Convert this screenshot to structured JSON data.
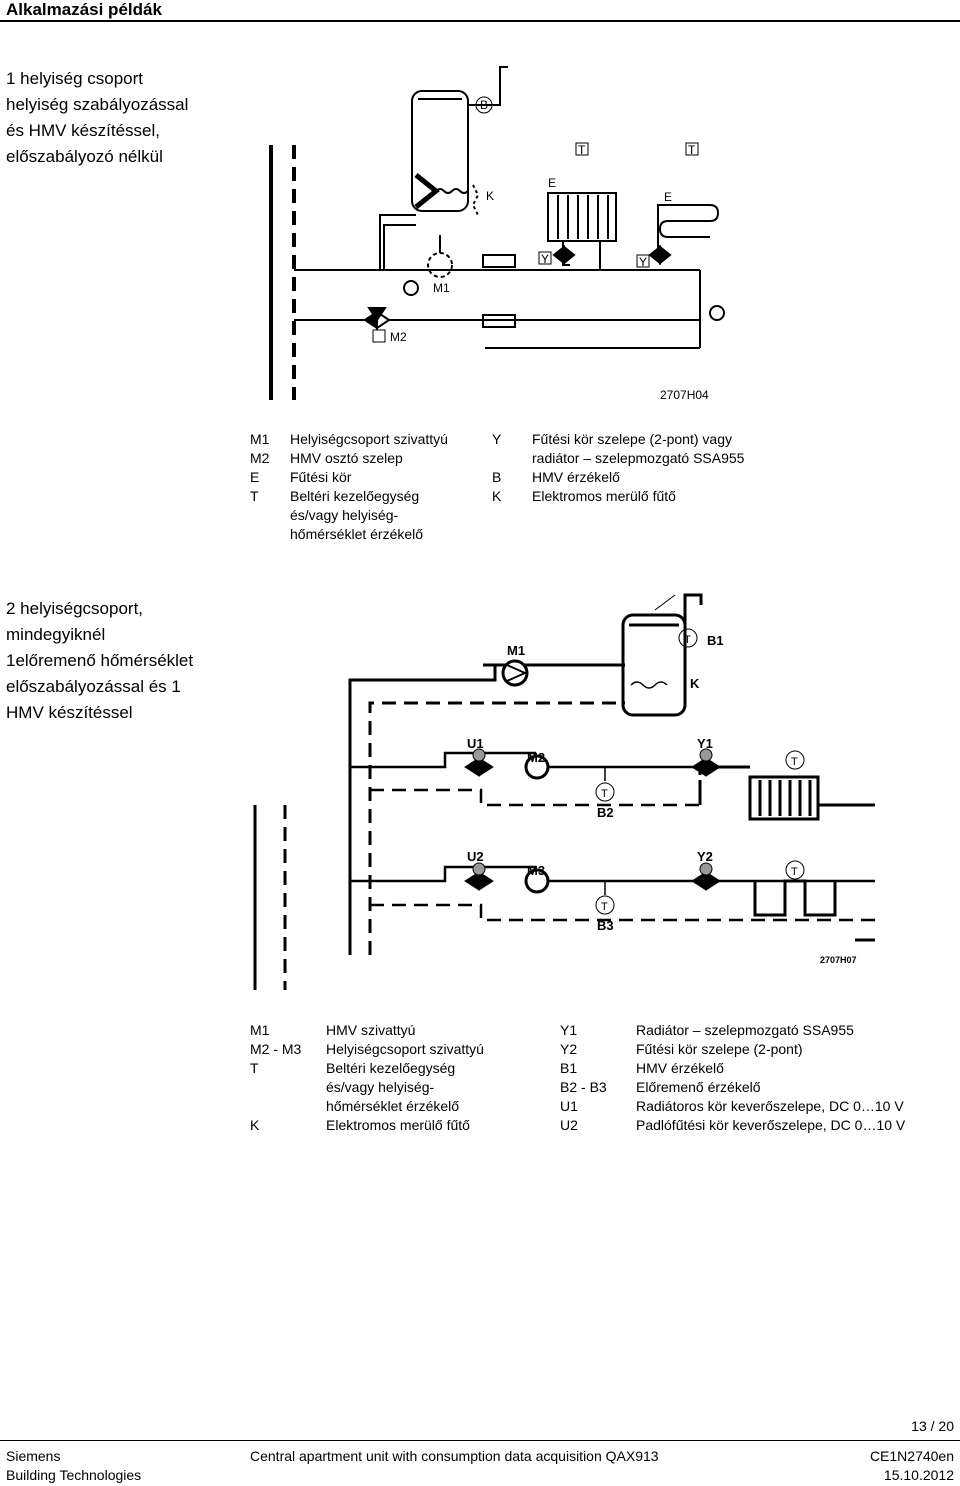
{
  "header": {
    "title": "Alkalmazási példák"
  },
  "section1": {
    "title_lines": [
      "1 helyiség csoport",
      "helyiség szabályozással",
      "és HMV készítéssel,",
      "előszabályozó nélkül"
    ],
    "diagram_labels": {
      "B": "B",
      "K": "K",
      "T1": "T",
      "T2": "T",
      "E1": "E",
      "E2": "E",
      "Y1": "Y",
      "Y2": "Y",
      "M1": "M1",
      "M2": "M2",
      "code": "2707H04"
    },
    "legend": [
      {
        "code": "M1",
        "text": "Helyiségcsoport szivattyú"
      },
      {
        "code": "M2",
        "text": "HMV osztó szelep"
      },
      {
        "code": "E",
        "text": "Fűtési kör"
      },
      {
        "code": "T",
        "text": "Beltéri kezelőegység"
      },
      {
        "code": "",
        "text": "és/vagy helyiség-"
      },
      {
        "code": "",
        "text": "hőmérséklet érzékelő"
      },
      {
        "code": "Y",
        "text": "Fűtési kör szelepe (2-pont) vagy"
      },
      {
        "code": "",
        "text": "radiátor – szelepmozgató SSA955"
      },
      {
        "code": "B",
        "text": "HMV érzékelő"
      },
      {
        "code": "K",
        "text": "Elektromos merülő fűtő"
      }
    ]
  },
  "section2": {
    "title_lines": [
      "2 helyiségcsoport,",
      "mindegyiknél",
      "1előremenő hőmérséklet",
      "előszabályozással és 1",
      "HMV készítéssel"
    ],
    "diagram_labels": {
      "M1": "M1",
      "T_top": "T",
      "B1": "B1",
      "K": "K",
      "U1": "U1",
      "M2": "M2",
      "Y1": "Y1",
      "T_r1": "T",
      "T_b2": "T",
      "B2": "B2",
      "U2": "U2",
      "M3": "M3",
      "Y2": "Y2",
      "T_r2": "T",
      "T_b3": "T",
      "B3": "B3",
      "code": "2707H07"
    },
    "legend": [
      {
        "code": "M1",
        "text": "HMV szivattyú"
      },
      {
        "code": "M2 - M3",
        "text": "Helyiségcsoport szivattyú"
      },
      {
        "code": "T",
        "text": "Beltéri kezelőegység"
      },
      {
        "code": "",
        "text": "és/vagy helyiség-"
      },
      {
        "code": "",
        "text": "hőmérséklet érzékelő"
      },
      {
        "code": "K",
        "text": "Elektromos merülő fűtő"
      },
      {
        "code": "Y1",
        "text": "Radiátor – szelepmozgató SSA955"
      },
      {
        "code": "Y2",
        "text": "Fűtési kör szelepe (2-pont)"
      },
      {
        "code": "B1",
        "text": "HMV érzékelő"
      },
      {
        "code": "B2 - B3",
        "text": "Előremenő érzékelő"
      },
      {
        "code": "U1",
        "text": "Radiátoros kör keverőszelepe, DC 0…10 V"
      },
      {
        "code": "U2",
        "text": "Padlófűtési kör keverőszelepe, DC 0…10 V"
      }
    ]
  },
  "page": {
    "number": "13 / 20"
  },
  "footer": {
    "company": "Siemens",
    "division": "Building Technologies",
    "doc_title": "Central apartment unit with consumption data acquisition QAX913",
    "doc_id": "CE1N2740en",
    "date": "15.10.2012"
  }
}
